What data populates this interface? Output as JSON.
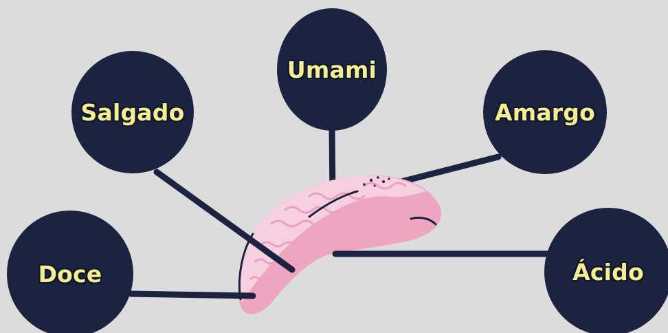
{
  "diagram": {
    "title": "",
    "colors": {
      "background": "#dcdcdc",
      "bubble": "#1b2340",
      "label": "#f5ee92",
      "tongue_base": "#eea6c0",
      "tongue_texture": "#f6cfe0",
      "connector": "#1b2340"
    },
    "tastes": [
      {
        "id": "salgado",
        "label": "Salgado"
      },
      {
        "id": "umami",
        "label": "Umami"
      },
      {
        "id": "amargo",
        "label": "Amargo"
      },
      {
        "id": "doce",
        "label": "Doce"
      },
      {
        "id": "acido",
        "label": "Ácido"
      }
    ]
  }
}
